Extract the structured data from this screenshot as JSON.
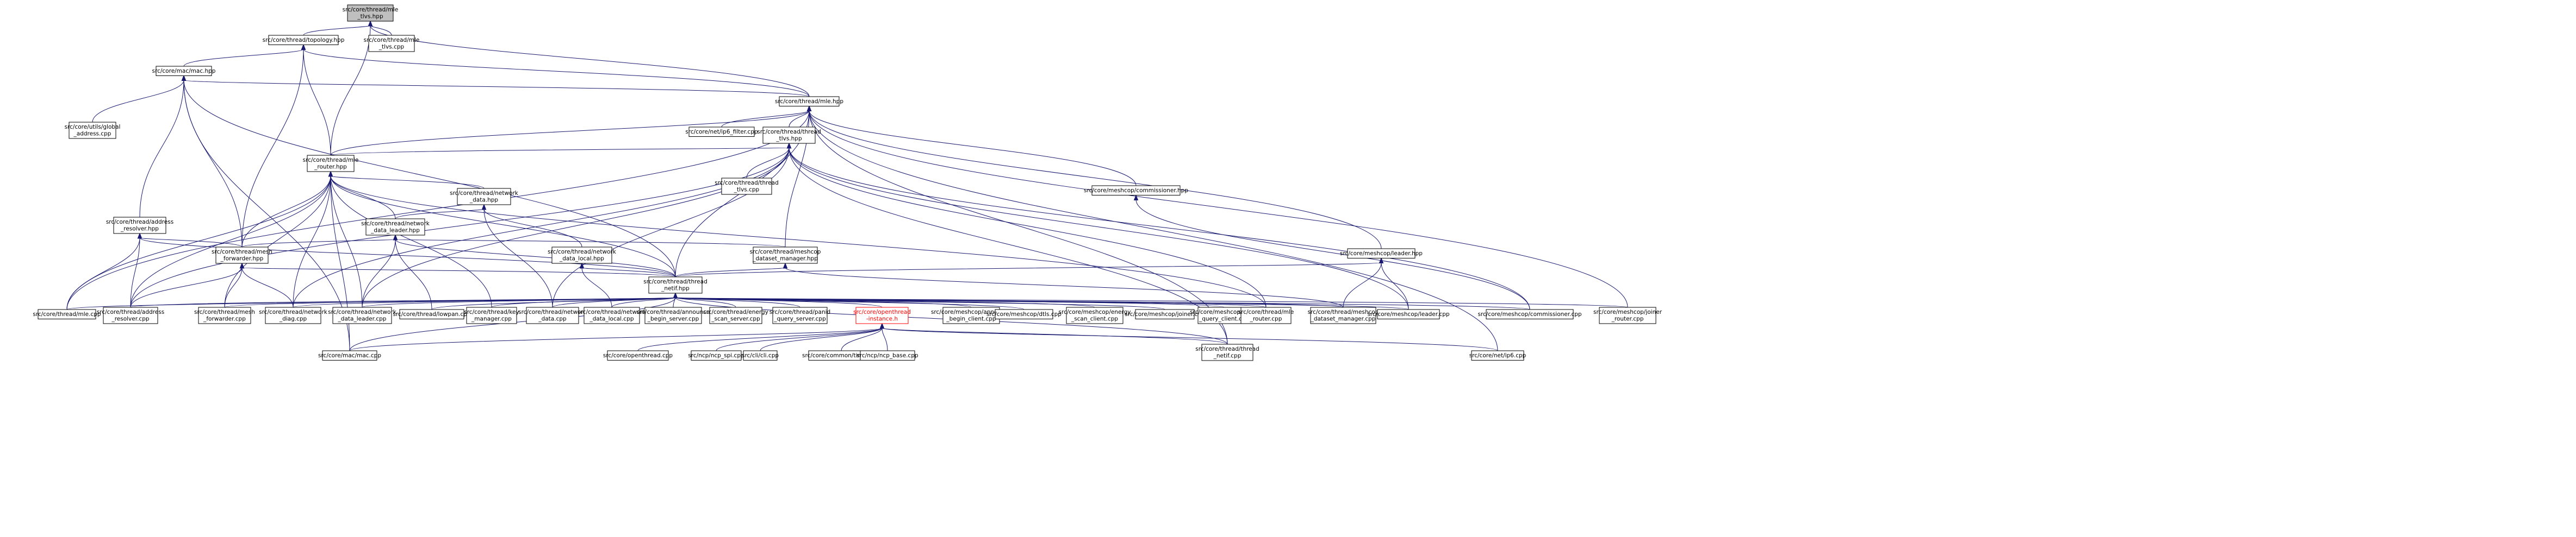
{
  "graph": {
    "title": "",
    "colors": {
      "background": "#ffffff",
      "edge": "#191970",
      "node_border": "#000000",
      "root_fill": "#bfbfbf",
      "external_node": "#ff0000"
    },
    "nodes": [
      {
        "id": "mle_tlvs_hpp",
        "lines": [
          "src/core/thread/mle",
          "_tlvs.hpp"
        ],
        "kind": "root"
      },
      {
        "id": "topology_hpp",
        "lines": [
          "src/core/thread/topology.hpp"
        ]
      },
      {
        "id": "mle_tlvs_cpp",
        "lines": [
          "src/core/thread/mle",
          "_tlvs.cpp"
        ]
      },
      {
        "id": "mac_hpp",
        "lines": [
          "src/core/mac/mac.hpp"
        ]
      },
      {
        "id": "mle_hpp",
        "lines": [
          "src/core/thread/mle.hpp"
        ]
      },
      {
        "id": "global_address_cpp",
        "lines": [
          "src/core/utils/global",
          "_address.cpp"
        ]
      },
      {
        "id": "ip6_filter_cpp",
        "lines": [
          "src/core/net/ip6_filter.cpp"
        ]
      },
      {
        "id": "thread_tlvs_hpp",
        "lines": [
          "src/core/thread/thread",
          "_tlvs.hpp"
        ]
      },
      {
        "id": "mle_router_hpp",
        "lines": [
          "src/core/thread/mle",
          "_router.hpp"
        ]
      },
      {
        "id": "thread_tlvs_cpp",
        "lines": [
          "src/core/thread/thread",
          "_tlvs.cpp"
        ]
      },
      {
        "id": "commissioner_hpp",
        "lines": [
          "src/core/meshcop/commissioner.hpp"
        ]
      },
      {
        "id": "network_data_hpp",
        "lines": [
          "src/core/thread/network",
          "_data.hpp"
        ]
      },
      {
        "id": "address_resolver_hpp",
        "lines": [
          "src/core/thread/address",
          "_resolver.hpp"
        ]
      },
      {
        "id": "network_data_leader_hpp",
        "lines": [
          "src/core/thread/network",
          "_data_leader.hpp"
        ]
      },
      {
        "id": "mesh_forwarder_hpp",
        "lines": [
          "src/core/thread/mesh",
          "_forwarder.hpp"
        ]
      },
      {
        "id": "network_data_local_hpp",
        "lines": [
          "src/core/thread/network",
          "_data_local.hpp"
        ]
      },
      {
        "id": "dataset_manager_hpp",
        "lines": [
          "src/core/thread/meshcop",
          "_dataset_manager.hpp"
        ]
      },
      {
        "id": "leader_hpp",
        "lines": [
          "src/core/meshcop/leader.hpp"
        ]
      },
      {
        "id": "thread_netif_hpp",
        "lines": [
          "src/core/thread/thread",
          "_netif.hpp"
        ]
      },
      {
        "id": "mle_cpp",
        "lines": [
          "src/core/thread/mle.cpp"
        ]
      },
      {
        "id": "address_resolver_cpp",
        "lines": [
          "src/core/thread/address",
          "_resolver.cpp"
        ]
      },
      {
        "id": "mesh_forwarder_cpp",
        "lines": [
          "src/core/thread/mesh",
          "_forwarder.cpp"
        ]
      },
      {
        "id": "network_diag_cpp",
        "lines": [
          "src/core/thread/network",
          "_diag.cpp"
        ]
      },
      {
        "id": "network_data_leader_cpp",
        "lines": [
          "src/core/thread/network",
          "_data_leader.cpp"
        ]
      },
      {
        "id": "lowpan_cpp",
        "lines": [
          "src/core/thread/lowpan.cpp"
        ]
      },
      {
        "id": "key_manager_cpp",
        "lines": [
          "src/core/thread/key",
          "_manager.cpp"
        ]
      },
      {
        "id": "network_data_cpp",
        "lines": [
          "src/core/thread/network",
          "_data.cpp"
        ]
      },
      {
        "id": "network_data_local_cpp",
        "lines": [
          "src/core/thread/network",
          "_data_local.cpp"
        ]
      },
      {
        "id": "announce_begin_server_cpp",
        "lines": [
          "src/core/thread/announce",
          "_begin_server.cpp"
        ]
      },
      {
        "id": "energy_scan_server_cpp",
        "lines": [
          "src/core/thread/energy",
          "_scan_server.cpp"
        ]
      },
      {
        "id": "panid_query_server_cpp",
        "lines": [
          "src/core/thread/panid",
          "_query_server.cpp"
        ]
      },
      {
        "id": "openthread_instance_h",
        "lines": [
          "src/core/openthread",
          "-instance.h"
        ],
        "kind": "external"
      },
      {
        "id": "announce_begin_client_cpp",
        "lines": [
          "src/core/meshcop/announce",
          "_begin_client.cpp"
        ]
      },
      {
        "id": "dtls_cpp",
        "lines": [
          "src/core/meshcop/dtls.cpp"
        ]
      },
      {
        "id": "energy_scan_client_cpp",
        "lines": [
          "src/core/meshcop/energy",
          "_scan_client.cpp"
        ]
      },
      {
        "id": "joiner_cpp",
        "lines": [
          "src/core/meshcop/joiner.cpp"
        ]
      },
      {
        "id": "panid_query_client_cpp",
        "lines": [
          "src/core/meshcop/panid",
          "_query_client.cpp"
        ]
      },
      {
        "id": "mle_router_cpp",
        "lines": [
          "src/core/thread/mle",
          "_router.cpp"
        ]
      },
      {
        "id": "dataset_manager_cpp",
        "lines": [
          "src/core/thread/meshcop",
          "_dataset_manager.cpp"
        ]
      },
      {
        "id": "leader_cpp",
        "lines": [
          "src/core/meshcop/leader.cpp"
        ]
      },
      {
        "id": "commissioner_cpp",
        "lines": [
          "src/core/meshcop/commissioner.cpp"
        ]
      },
      {
        "id": "joiner_router_cpp",
        "lines": [
          "src/core/meshcop/joiner",
          "_router.cpp"
        ]
      },
      {
        "id": "mac_cpp",
        "lines": [
          "src/core/mac/mac.cpp"
        ]
      },
      {
        "id": "openthread_cpp",
        "lines": [
          "src/core/openthread.cpp"
        ]
      },
      {
        "id": "ncp_spi_cpp",
        "lines": [
          "src/ncp/ncp_spi.cpp"
        ]
      },
      {
        "id": "cli_cpp",
        "lines": [
          "src/cli/cli.cpp"
        ]
      },
      {
        "id": "timer_cpp",
        "lines": [
          "src/core/common/timer.cpp"
        ]
      },
      {
        "id": "ncp_base_cpp",
        "lines": [
          "src/ncp/ncp_base.cpp"
        ]
      },
      {
        "id": "thread_netif_cpp",
        "lines": [
          "src/core/thread/thread",
          "_netif.cpp"
        ]
      },
      {
        "id": "ip6_cpp",
        "lines": [
          "src/core/net/ip6.cpp"
        ]
      }
    ]
  }
}
